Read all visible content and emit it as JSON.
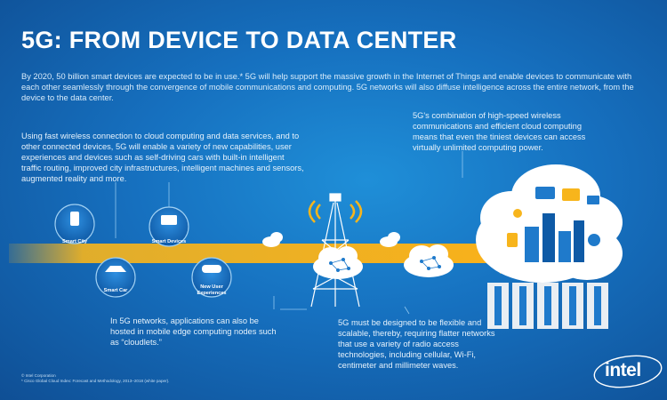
{
  "title": "5G: FROM DEVICE TO DATA CENTER",
  "intro": "By 2020, 50 billion smart devices are expected to be in use.* 5G will help support the massive growth in the Internet of Things and enable devices to communicate with each other seamlessly through the convergence of mobile communications and computing. 5G networks will also diffuse intelligence across the entire network, from the device to the data center.",
  "left_text": "Using fast wireless connection to cloud computing and data services, and to other connected devices, 5G will enable a variety of new capabilities, user experiences and devices such as self-driving cars with built-in intelligent traffic routing, improved city infrastructures, intelligent machines and sensors, augmented reality and more.",
  "right_text": "5G's combination of high-speed wireless communications and efficient cloud computing means that even the tiniest devices can access virtually unlimited computing power.",
  "edge_text": "In 5G networks, applications can also be hosted in mobile edge computing nodes such as “cloudlets.”",
  "radio_text": "5G must be designed to be flexible and scalable, thereby, requiring flatter networks that use a variety of radio access technologies, including cellular, Wi-Fi, centimeter and millimeter waves.",
  "badges": {
    "smart_city": "Smart City",
    "smart_devices": "Smart Devices",
    "smart_car": "Smart Car",
    "new_user_experiences": "New User Experiences"
  },
  "footnotes": {
    "corp": "© Intel Corporation",
    "source": "* Cisco Global Cloud Index: Forecast and Methodology, 2013–2018 (white paper)."
  },
  "logo": "intel",
  "icons": {
    "tower": "cell-tower-icon",
    "cloud": "cloud-icon",
    "server": "server-rack-icon"
  },
  "colors": {
    "background": "#1670bf",
    "arrow": "#f7b51c",
    "badge_fill": "#1a6fc0",
    "text": "#ffffff"
  }
}
